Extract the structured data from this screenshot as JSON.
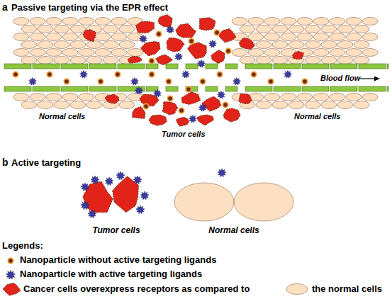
{
  "diagram": {
    "nodes": [
      {
        "text": [
          "Tumor cells"
        ]
      },
      {
        "text": [
          "Normal cells"
        ]
      }
    ],
    "labels": [
      "a",
      "Passive targeting via the EPR effect",
      "Blood flow",
      "Normal cells",
      "Tumor cells",
      "Normal cells",
      "b",
      "Active targeting",
      "Legends:"
    ],
    "legend": [
      {
        "text": "Nanoparticle without active targeting ligands"
      },
      {
        "text": "Nanoparticle with active targeting ligands"
      },
      {
        "text": "Cancer cells overexpress receptors as compared to"
      },
      {
        "text": "the normal cells"
      }
    ]
  }
}
